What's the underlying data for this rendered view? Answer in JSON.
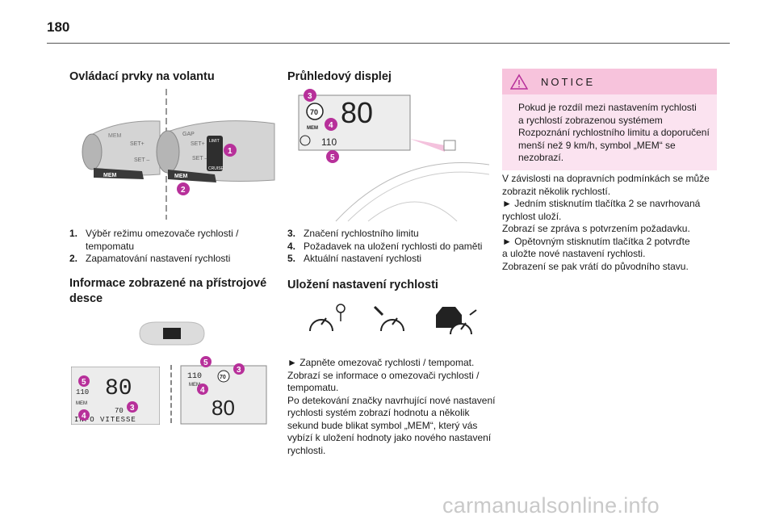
{
  "page_number": "180",
  "col1": {
    "heading1": "Ovládací prvky na volantu",
    "stalk_labels": {
      "mem": "MEM",
      "set_plus": "SET+",
      "set_minus": "SET –",
      "gap": "GAP",
      "limit": "LIMIT",
      "cruise": "CRUISE"
    },
    "list1": [
      {
        "num": "1.",
        "text": "Výběr režimu omezovače rychlosti / tempomatu"
      },
      {
        "num": "2.",
        "text": "Zapamatování nastavení rychlosti"
      }
    ],
    "heading2": "Informace zobrazené na přístrojové desce",
    "display_left": {
      "speed": "80",
      "small": "110",
      "mem": "MEM",
      "limit": "70",
      "info": "INFO VITESSE"
    },
    "display_right": {
      "top": "110",
      "mem": "MEM",
      "sign": "70",
      "speed": "80"
    }
  },
  "col2": {
    "heading1": "Průhledový displej",
    "hud": {
      "sign": "70",
      "speed": "80",
      "mem": "MEM",
      "set": "110"
    },
    "list2": [
      {
        "num": "3.",
        "text": "Značení rychlostního limitu"
      },
      {
        "num": "4.",
        "text": "Požadavek na uložení rychlosti do paměti"
      },
      {
        "num": "5.",
        "text": "Aktuální nastavení rychlosti"
      }
    ],
    "heading2": "Uložení nastavení rychlosti",
    "para_lines": [
      "► Zapněte omezovač rychlosti / tempomat.",
      "Zobrazí se informace o omezovači rychlosti /",
      "tempomatu.",
      "Po detekování značky navrhující nové nastavení",
      "rychlosti systém zobrazí hodnotu a několik",
      "sekund bude blikat symbol „MEM“, který vás",
      "vybízí k uložení hodnoty jako nového nastavení",
      "rychlosti."
    ]
  },
  "col3": {
    "notice_title": "NOTICE",
    "notice_lines": [
      "Pokud je rozdíl mezi nastavením rychlosti",
      "a rychlostí zobrazenou systémem",
      "Rozpoznání rychlostního limitu a doporučení",
      "menší než 9 km/h, symbol „MEM“ se",
      "nezobrazí."
    ],
    "para_lines": [
      "V závislosti na dopravních podmínkách se může",
      "zobrazit několik rychlostí.",
      "► Jedním stisknutím tlačítka 2 se navrhovaná",
      "rychlost uloží.",
      "Zobrazí se zpráva s potvrzením požadavku.",
      "► Opětovným stisknutím tlačítka 2 potvrďte",
      "a uložte nové nastavení rychlosti.",
      "Zobrazení se pak vrátí do původního stavu."
    ]
  },
  "callouts": [
    "1",
    "2",
    "3",
    "4",
    "5"
  ],
  "footer": "carmanualsonline.info",
  "colors": {
    "accent": "#b7309a",
    "notice_bg": "#fbe3f0",
    "notice_head": "#f7c3dc"
  }
}
